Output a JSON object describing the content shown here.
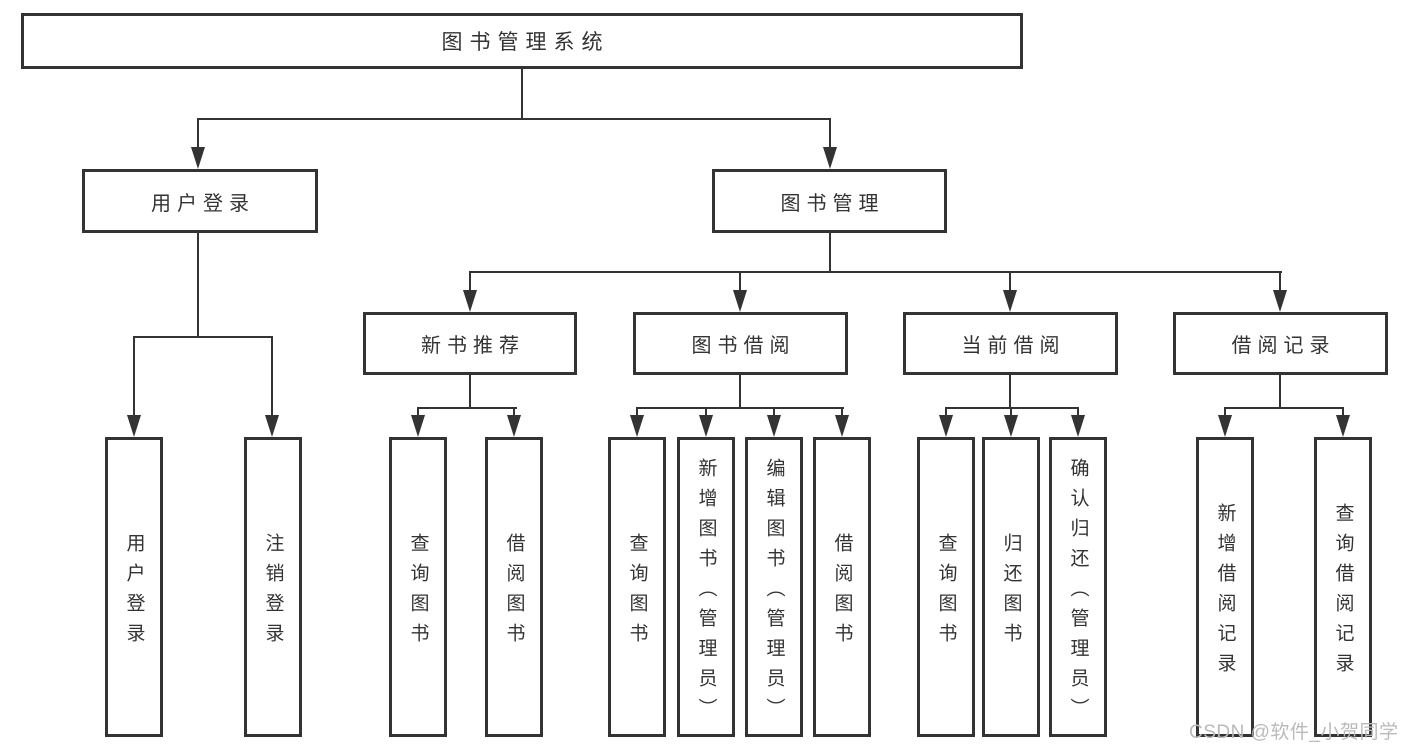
{
  "diagram": {
    "root": {
      "label": "图书管理系统"
    },
    "branches": {
      "user_login": {
        "label": "用户登录",
        "children": [
          {
            "label": "用户登录"
          },
          {
            "label": "注销登录"
          }
        ]
      },
      "book_management": {
        "label": "图书管理",
        "sections": {
          "new_book": {
            "label": "新书推荐",
            "children": [
              {
                "label": "查询图书"
              },
              {
                "label": "借阅图书"
              }
            ]
          },
          "book_borrow": {
            "label": "图书借阅",
            "children": [
              {
                "label": "查询图书"
              },
              {
                "label": "新增图书（管理员）"
              },
              {
                "label": "编辑图书（管理员）"
              },
              {
                "label": "借阅图书"
              }
            ]
          },
          "current_borrow": {
            "label": "当前借阅",
            "children": [
              {
                "label": "查询图书"
              },
              {
                "label": "归还图书"
              },
              {
                "label": "确认归还（管理员）"
              }
            ]
          },
          "borrow_record": {
            "label": "借阅记录",
            "children": [
              {
                "label": "新增借阅记录"
              },
              {
                "label": "查询借阅记录"
              }
            ]
          }
        }
      }
    }
  },
  "watermark": {
    "text": "CSDN @软件_小贺同学"
  },
  "colors": {
    "line": "#333333",
    "text": "#333333",
    "watermark": "#bababa",
    "background": "#ffffff"
  }
}
